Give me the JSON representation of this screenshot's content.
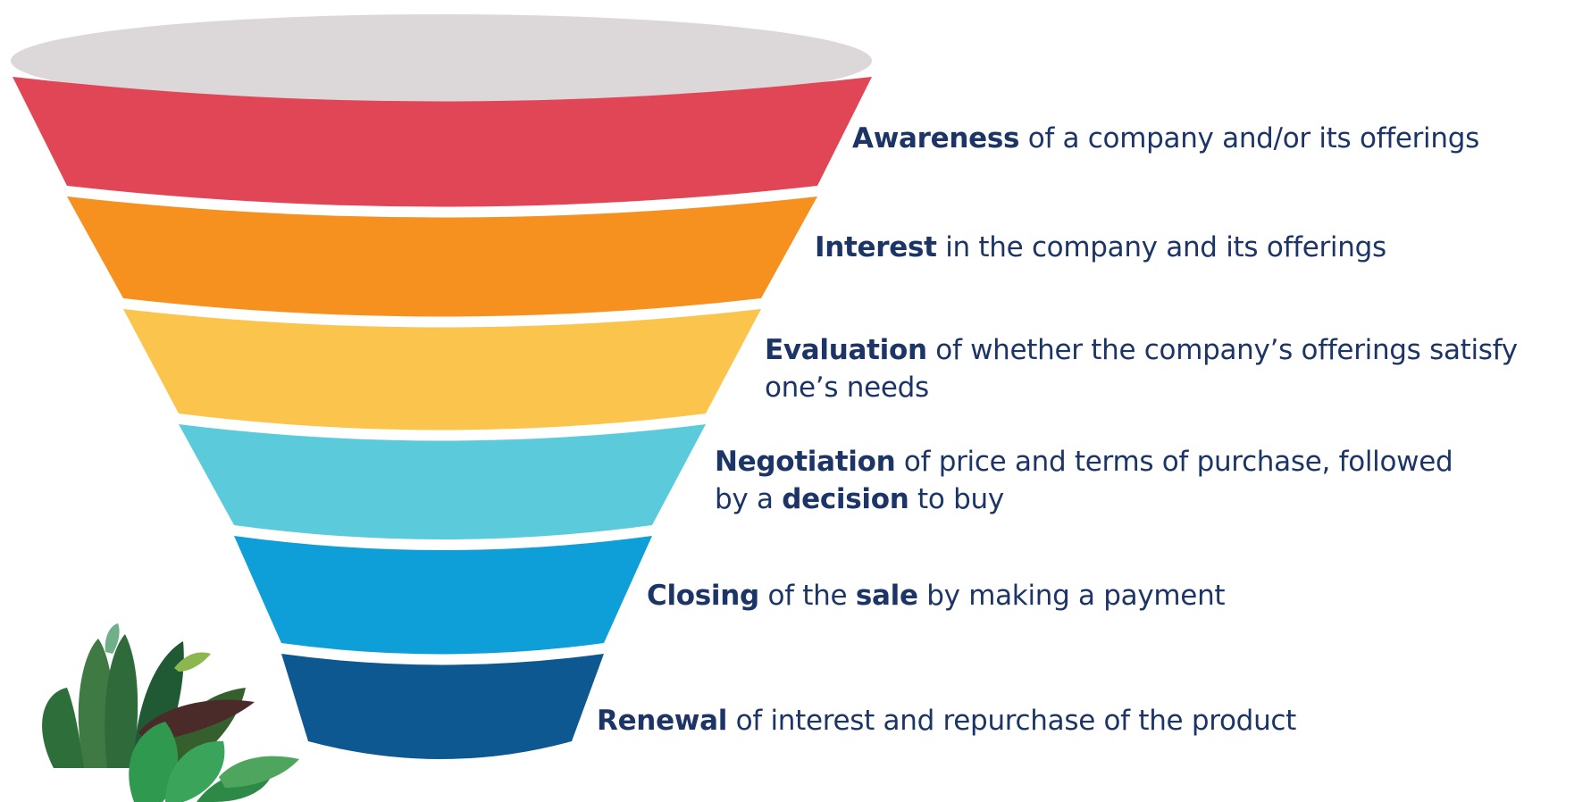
{
  "colors": {
    "rim": "#dcd7d9",
    "text": "#1c3566",
    "stage_fills": [
      "#e04656",
      "#f6901e",
      "#fbc54d",
      "#5bcbdc",
      "#0e9ed8",
      "#0d5890"
    ]
  },
  "decoration": "plant-foliage-icon",
  "stages": [
    {
      "term": "Awareness",
      "line1_rest": " of a company and/or its offerings"
    },
    {
      "term": "Interest",
      "line1_rest": " in the company and its offerings"
    },
    {
      "term": "Evaluation",
      "line1_rest": " of whether the company’s offerings satisfy",
      "line2": "one’s needs"
    },
    {
      "term": "Negotiation",
      "line1_rest": " of price and terms of purchase, followed",
      "line2_pre": "by a ",
      "line2_bold": "decision",
      "line2_post": " to buy"
    },
    {
      "term": "Closing",
      "line1_mid": " of the ",
      "line1_bold": "sale",
      "line1_post": " by making a payment"
    },
    {
      "term": "Renewal",
      "line1_rest": " of interest and repurchase of the product"
    }
  ]
}
